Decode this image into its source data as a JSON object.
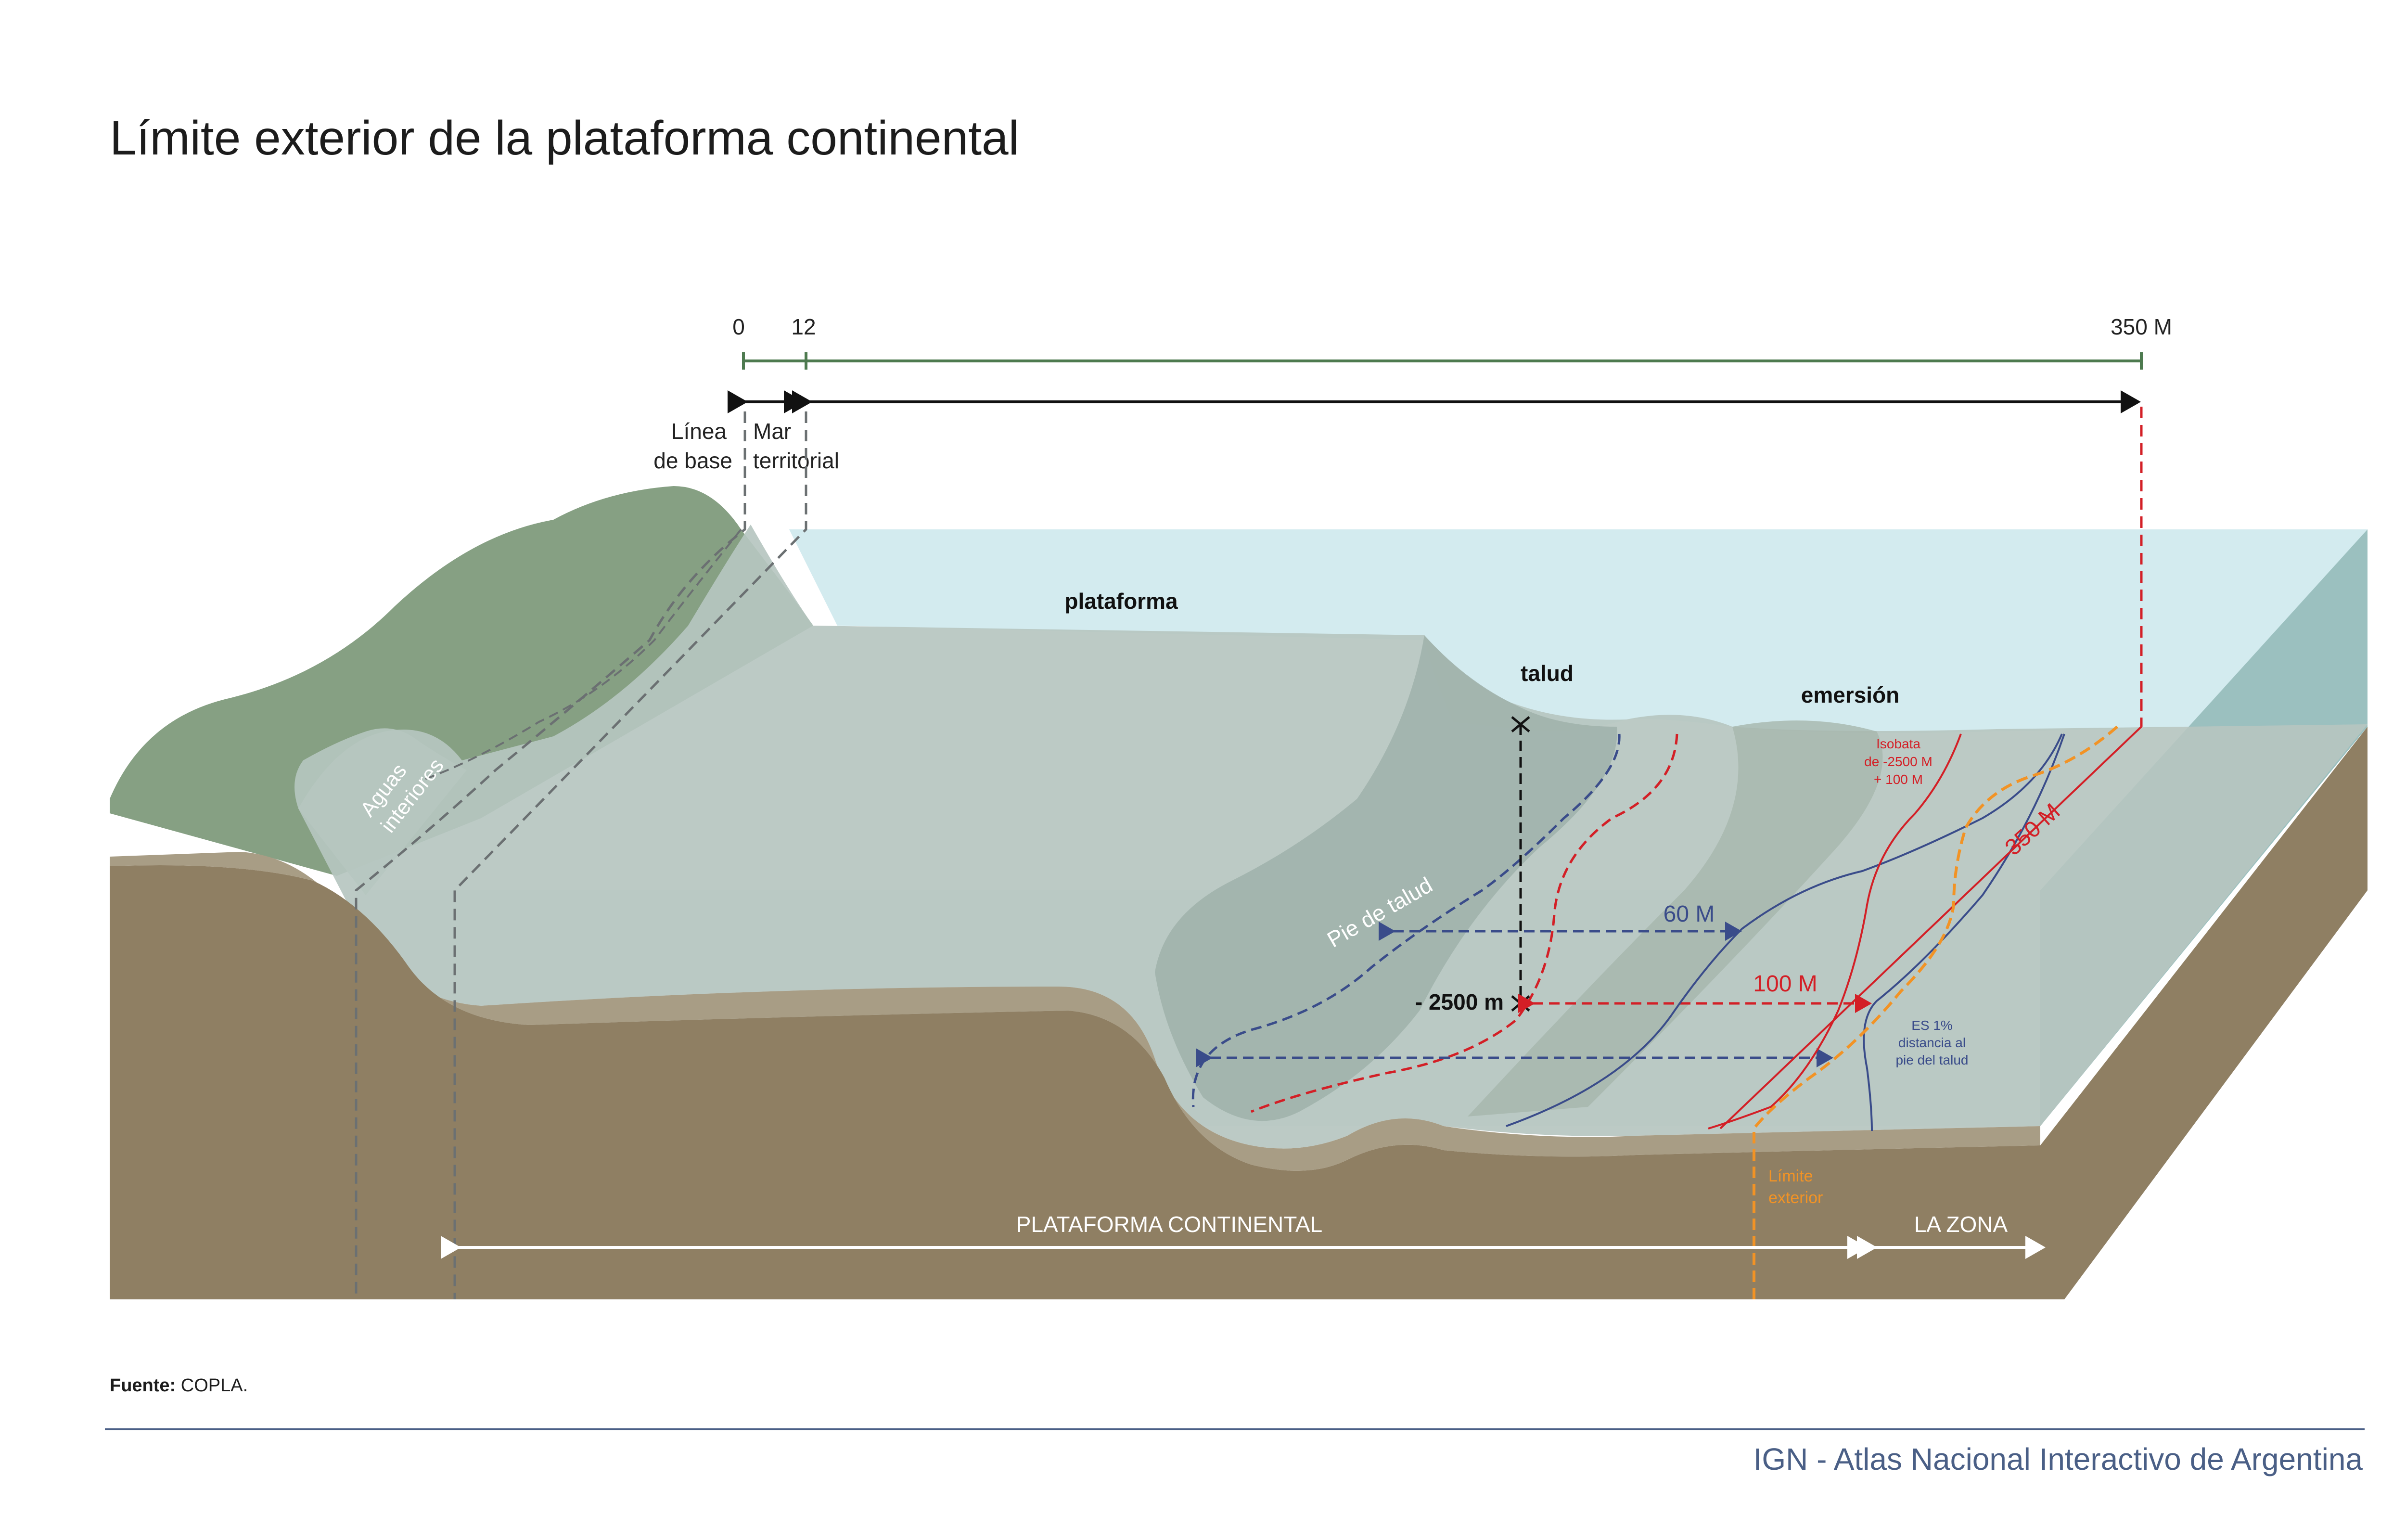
{
  "title": "Límite exterior de la plataforma continental",
  "scale": {
    "tick_0": "0",
    "tick_12": "12",
    "tick_350": "350 M"
  },
  "labels": {
    "linea_de_base_1": "Línea",
    "linea_de_base_2": "de base",
    "mar_territorial_1": "Mar",
    "mar_territorial_2": "territorial",
    "aguas_interiores_1": "Aguas",
    "aguas_interiores_2": "interiores",
    "plataforma": "plataforma",
    "talud": "talud",
    "emersion": "emersión",
    "pie_de_talud": "Pie de talud",
    "isobata_1": "Isobata",
    "isobata_2": "de -2500 M",
    "isobata_3": "+ 100 M",
    "dist_60": "60 M",
    "dist_100": "100 M",
    "depth_2500": "- 2500 m",
    "es_1": "ES 1%",
    "es_2": "distancia al",
    "es_3": "pie del talud",
    "line_350": "350 M",
    "limite_1": "Límite",
    "limite_2": "exterior",
    "plataforma_continental": "PLATAFORMA CONTINENTAL",
    "la_zona": "LA ZONA"
  },
  "source": {
    "label": "Fuente:",
    "value": "COPLA."
  },
  "footer": "IGN - Atlas Nacional Interactivo de Argentina",
  "colors": {
    "water": "#d3ebef",
    "land": "#86a083",
    "seabed": "#8f7f63",
    "sediment": "#a89d85",
    "translucent_shelf": "#b6c6c0",
    "red": "#d31f26",
    "blue": "#3a4c8a",
    "orange": "#f29325",
    "scale_green": "#4d7a4f",
    "footer_blue": "#4a5f86"
  }
}
